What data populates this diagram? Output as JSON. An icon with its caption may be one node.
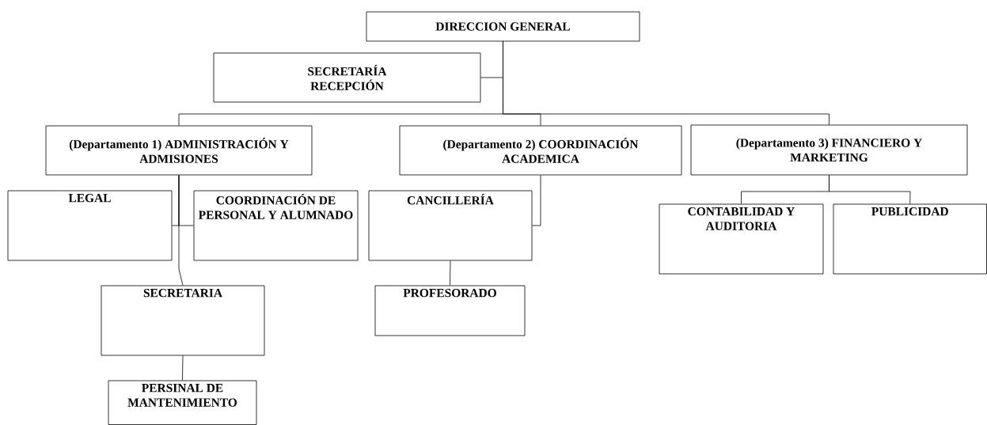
{
  "diagram": {
    "nodes": [
      {
        "text": [
          "DIRECCION GENERAL"
        ]
      },
      {
        "text": [
          "SECRETARÍA RECEPCIÓN"
        ]
      },
      {
        "text": [
          "(Departamento 1) ADMINISTRACIÓN Y ADMISIONES"
        ]
      },
      {
        "text": [
          "(Departamento 2) COORDINACIÓN ACADEMICA"
        ]
      },
      {
        "text": [
          "(Departamento 3) FINANCIERO Y MARKETING"
        ]
      },
      {
        "text": [
          "LEGAL"
        ]
      },
      {
        "text": [
          "COORDINACIÓN DE PERSONAL Y ALUMNADO"
        ]
      },
      {
        "text": [
          "CANCILLERÍA"
        ]
      },
      {
        "text": [
          "SECRETARIA"
        ]
      },
      {
        "text": [
          "PROFESORADO"
        ]
      },
      {
        "text": [
          "PERSINAL DE MANTENIMIENTO"
        ]
      },
      {
        "text": [
          "CONTABILIDAD Y AUDITORIA"
        ]
      },
      {
        "text": [
          "PUBLICIDAD"
        ]
      }
    ],
    "edges": [
      {
        "from": 0,
        "to": 1,
        "arrow": "none"
      },
      {
        "from": 0,
        "to": 2,
        "arrow": "none"
      },
      {
        "from": 0,
        "to": 3,
        "arrow": "none"
      },
      {
        "from": 0,
        "to": 4,
        "arrow": "none"
      },
      {
        "from": 2,
        "to": 5,
        "arrow": "none"
      },
      {
        "from": 2,
        "to": 6,
        "arrow": "none"
      },
      {
        "from": 2,
        "to": 8,
        "arrow": "none"
      },
      {
        "from": 3,
        "to": 7,
        "arrow": "none"
      },
      {
        "from": 7,
        "to": 9,
        "arrow": "none"
      },
      {
        "from": 8,
        "to": 10,
        "arrow": "none"
      },
      {
        "from": 4,
        "to": 11,
        "arrow": "none"
      },
      {
        "from": 4,
        "to": 12,
        "arrow": "none"
      }
    ]
  }
}
